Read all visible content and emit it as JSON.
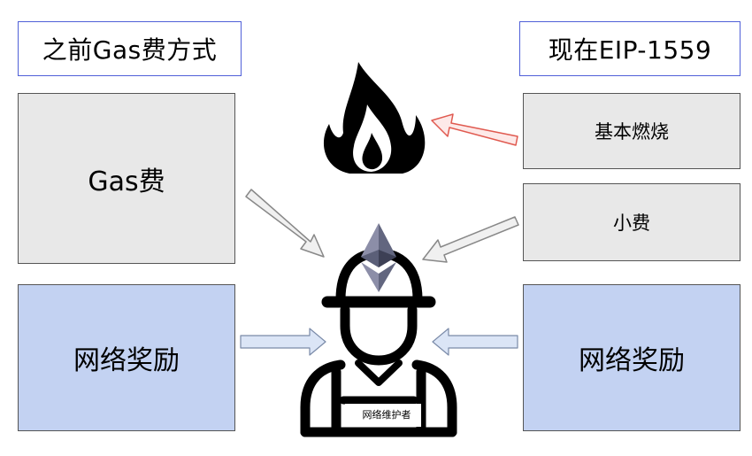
{
  "left": {
    "heading": "之前Gas费方式",
    "fee_label": "Gas费",
    "reward_label": "网络奖励"
  },
  "right": {
    "heading": "现在EIP-1559",
    "burn_label": "基本燃烧",
    "tip_label": "小费",
    "reward_label": "网络奖励"
  },
  "center": {
    "worker_label": "网络维护者"
  },
  "colors": {
    "title_border": "#5060d8",
    "gray_box": "#e8e8e8",
    "blue_box": "#c3d2f2",
    "burn_arrow": "#e05a50"
  },
  "icons": [
    "fire-icon",
    "ethereum-icon",
    "miner-worker-icon"
  ]
}
